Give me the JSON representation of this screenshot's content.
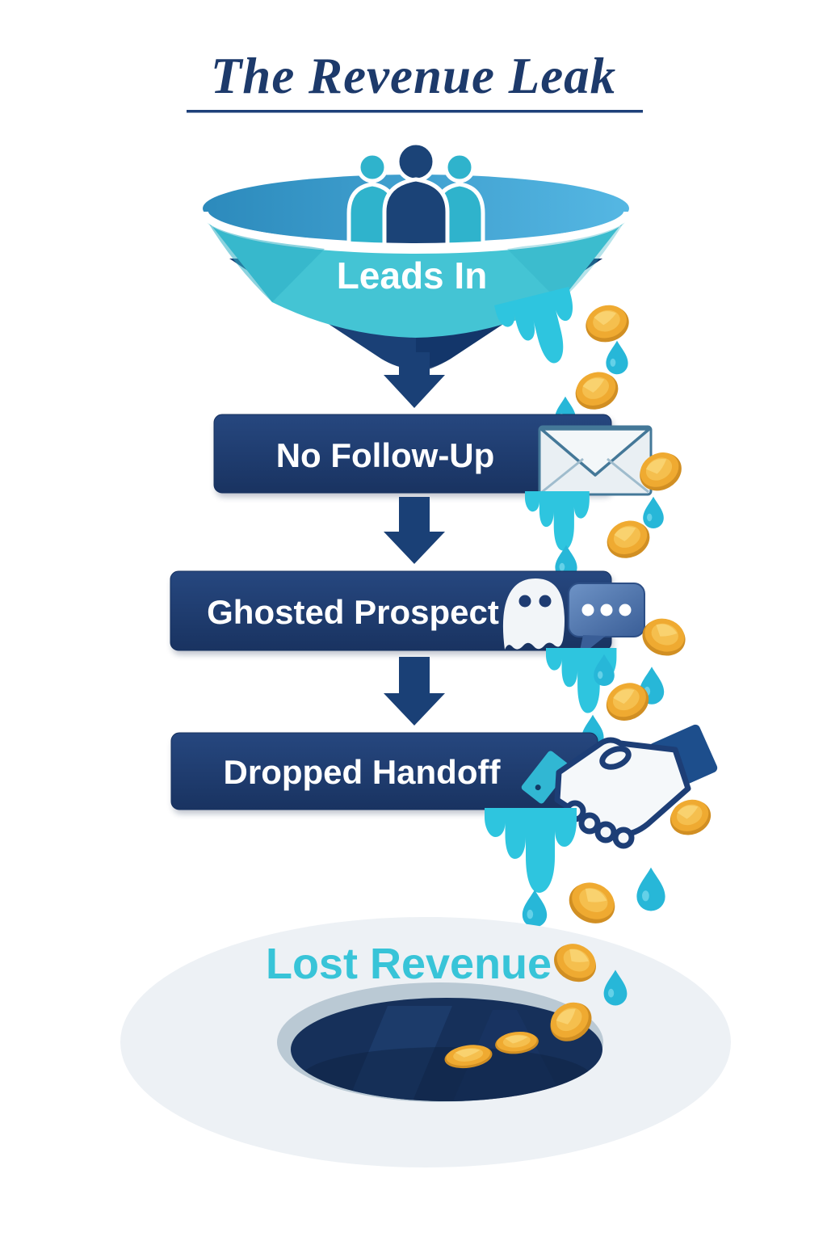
{
  "title": {
    "text": "The Revenue Leak"
  },
  "funnel": {
    "label": "Leads In",
    "icon": "people-icon"
  },
  "stages": [
    {
      "label": "No Follow-Up",
      "icon": "envelope-icon"
    },
    {
      "label": "Ghosted Prospect",
      "icons": [
        "ghost-icon",
        "chat-bubble-icon"
      ]
    },
    {
      "label": "Dropped Handoff",
      "icon": "handshake-icon"
    }
  ],
  "outcome": {
    "label": "Lost Revenue",
    "icon": "drain-hole"
  },
  "decorations": {
    "falling_coins": 12,
    "falling_drops": 11,
    "leak_drip_clusters": 4
  },
  "palette": {
    "navy": "#1e3c72",
    "funnel_blue": "#3d9fd0",
    "teal": "#44c4d4",
    "accent_teal_text": "#38c4d8",
    "coin_gold": "#efaa31",
    "drop_teal": "#27b7d8",
    "ground_gray": "#edf1f5",
    "hole_navy": "#16305a",
    "background": "#ffffff"
  }
}
